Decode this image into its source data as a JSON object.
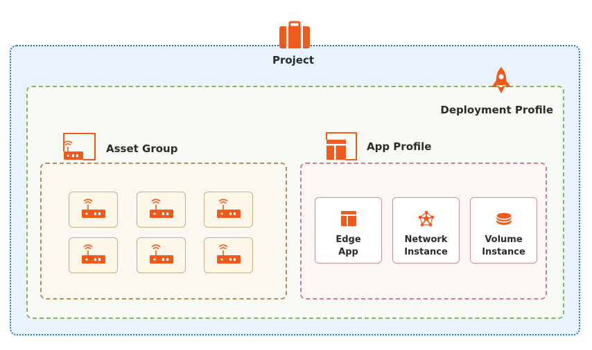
{
  "colors": {
    "accent": "#f25a1c",
    "project_border": "#1d74c8",
    "project_fill": "#e9f3fd",
    "deployment_border": "#8ab54e",
    "asset_border": "#ba8a56",
    "app_border": "#d27a80"
  },
  "project": {
    "label": "Project",
    "icon": "briefcase-icon"
  },
  "deployment_profile": {
    "label": "Deployment Profile",
    "icon": "rocket-icon"
  },
  "asset_group": {
    "label": "Asset Group",
    "icon": "router-window-icon",
    "devices": [
      {
        "icon": "router-icon"
      },
      {
        "icon": "router-icon"
      },
      {
        "icon": "router-icon"
      },
      {
        "icon": "router-icon"
      },
      {
        "icon": "router-icon"
      },
      {
        "icon": "router-icon"
      }
    ]
  },
  "app_profile": {
    "label": "App Profile",
    "icon": "app-window-icon",
    "components": [
      {
        "line1": "Edge",
        "line2": "App",
        "icon": "app-layout-icon"
      },
      {
        "line1": "Network",
        "line2": "Instance",
        "icon": "network-hub-icon"
      },
      {
        "line1": "Volume",
        "line2": "Instance",
        "icon": "volume-stack-icon"
      }
    ]
  }
}
